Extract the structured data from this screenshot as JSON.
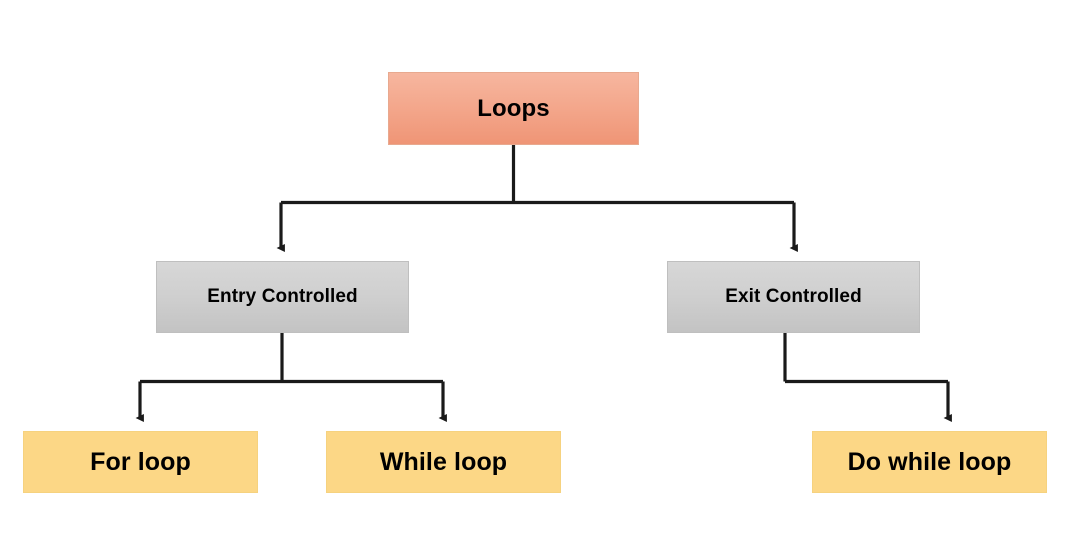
{
  "diagram": {
    "title": "Loops",
    "type": "hierarchy-tree",
    "background_color": "#ffffff",
    "nodes": [
      {
        "id": "root",
        "label": "Loops",
        "level": 0,
        "fill_color": "#f4a88d",
        "fill_gradient_top": "#f6b69f",
        "fill_gradient_bottom": "#ef9576",
        "text_color": "#000000"
      },
      {
        "id": "entry-controlled",
        "label": "Entry Controlled",
        "level": 1,
        "fill_color": "#cfcfcf",
        "fill_gradient_top": "#d7d7d7",
        "fill_gradient_bottom": "#c3c3c3",
        "text_color": "#000000"
      },
      {
        "id": "exit-controlled",
        "label": "Exit Controlled",
        "level": 1,
        "fill_color": "#cfcfcf",
        "fill_gradient_top": "#d7d7d7",
        "fill_gradient_bottom": "#c3c3c3",
        "text_color": "#000000"
      },
      {
        "id": "for-loop",
        "label": "For loop",
        "level": 2,
        "parent": "entry-controlled",
        "fill_color": "#fcd786",
        "text_color": "#000000"
      },
      {
        "id": "while-loop",
        "label": "While loop",
        "level": 2,
        "parent": "entry-controlled",
        "fill_color": "#fcd786",
        "text_color": "#000000"
      },
      {
        "id": "do-while-loop",
        "label": "Do while loop",
        "level": 2,
        "parent": "exit-controlled",
        "fill_color": "#fcd786",
        "text_color": "#000000"
      }
    ],
    "edges": [
      {
        "from": "root",
        "to": "entry-controlled",
        "style": "elbow-arrow"
      },
      {
        "from": "root",
        "to": "exit-controlled",
        "style": "elbow-arrow"
      },
      {
        "from": "entry-controlled",
        "to": "for-loop",
        "style": "elbow-arrow"
      },
      {
        "from": "entry-controlled",
        "to": "while-loop",
        "style": "elbow-arrow"
      },
      {
        "from": "exit-controlled",
        "to": "do-while-loop",
        "style": "elbow-arrow"
      }
    ],
    "connector_color": "#1a1a1a"
  }
}
